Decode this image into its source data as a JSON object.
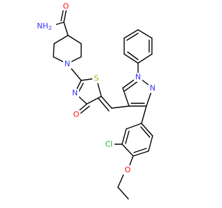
{
  "molecule": {
    "colors": {
      "bond": "#000000",
      "N": "#3333ff",
      "O": "#ff0d0d",
      "S": "#b2b200",
      "Cl": "#1fb21f"
    },
    "labels": {
      "amide_n": "NH",
      "amide_n_sub": "2",
      "amide_o": "O",
      "pip_n": "N",
      "thz_s": "S",
      "thz_n": "N",
      "thz_o": "O",
      "pyr_n1": "N",
      "pyr_n2": "N",
      "cl": "Cl",
      "ether_o": "O"
    }
  }
}
